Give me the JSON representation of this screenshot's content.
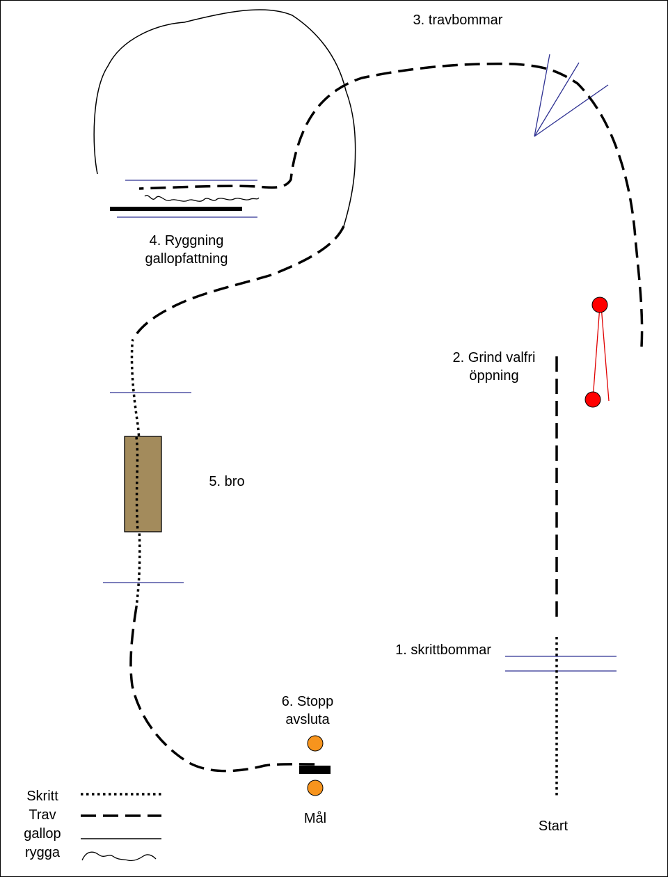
{
  "labels": {
    "travbommar": "3. travbommar",
    "ryggning_line1": "4. Ryggning",
    "ryggning_line2": "gallopfattning",
    "grind_line1": "2. Grind valfri",
    "grind_line2": "öppning",
    "bro": "5. bro",
    "skrittbommar": "1. skrittbommar",
    "stopp_line1": "6. Stopp",
    "stopp_line2": "avsluta",
    "mal": "Mål",
    "start": "Start"
  },
  "legend": {
    "skritt": "Skritt",
    "trav": "Trav",
    "gallop": "gallop",
    "rygga": "rygga"
  },
  "colors": {
    "pole": "#2e3192",
    "gate_post": "#ff0000",
    "gate_line": "#e00000",
    "cone": "#f7941d",
    "bridge": "#a38b5c",
    "path": "#000000"
  }
}
